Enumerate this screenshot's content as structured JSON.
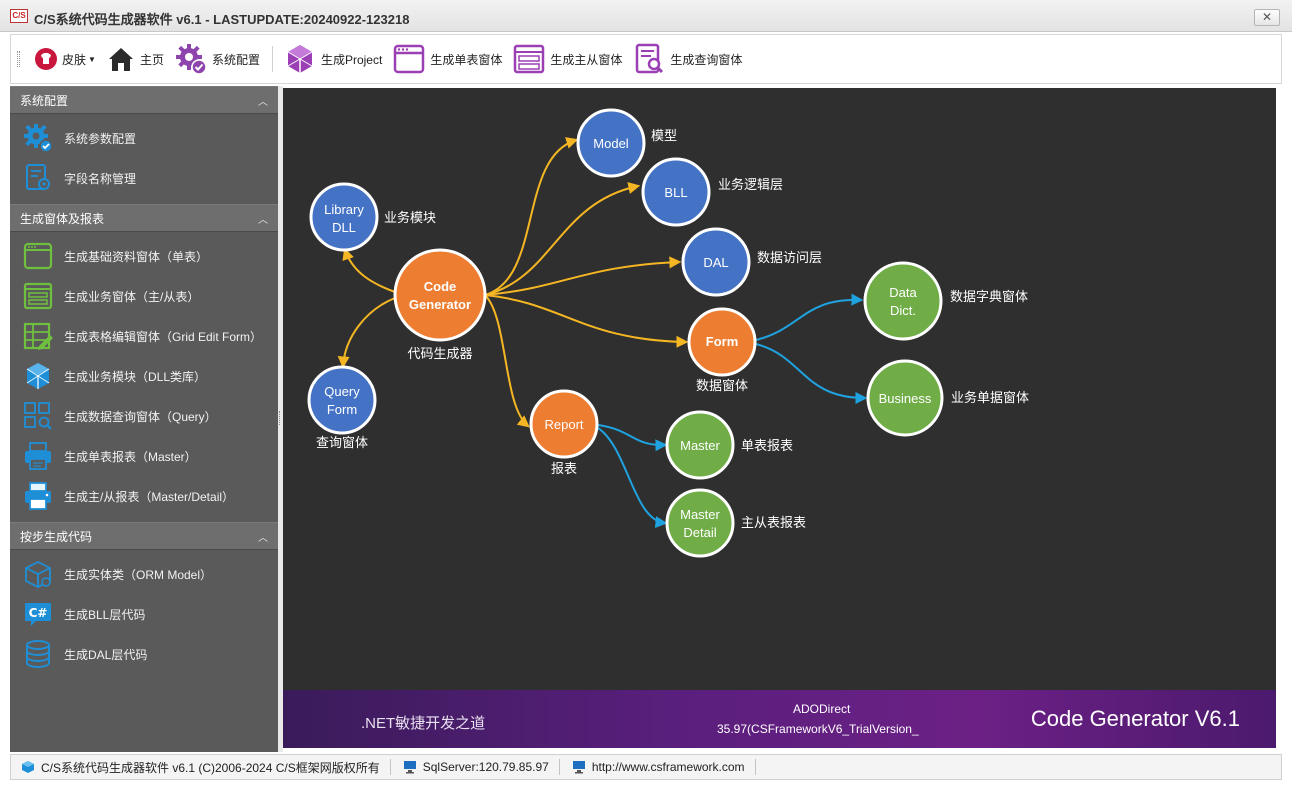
{
  "window": {
    "logo_text": "C/S",
    "title": "C/S系统代码生成器软件 v6.1 - LASTUPDATE:20240922-123218",
    "close_label": "✕"
  },
  "toolbar": {
    "skin_label": "皮肤",
    "home_label": "主页",
    "sysconfig_label": "系统配置",
    "gen_project_label": "生成Project",
    "gen_single_label": "生成单表窗体",
    "gen_master_label": "生成主从窗体",
    "gen_query_label": "生成查询窗体"
  },
  "sidebar": {
    "groups": [
      {
        "title": "系统配置",
        "items": [
          {
            "label": "系统参数配置",
            "icon": "gear-check-icon"
          },
          {
            "label": "字段名称管理",
            "icon": "doc-gear-icon"
          }
        ]
      },
      {
        "title": "生成窗体及报表",
        "items": [
          {
            "label": "生成基础资料窗体（单表）",
            "icon": "window-icon"
          },
          {
            "label": "生成业务窗体（主/从表）",
            "icon": "master-window-icon"
          },
          {
            "label": "生成表格编辑窗体（Grid Edit Form）",
            "icon": "grid-edit-icon"
          },
          {
            "label": "生成业务模块（DLL类库）",
            "icon": "cube-icon"
          },
          {
            "label": "生成数据查询窗体（Query）",
            "icon": "query-icon"
          },
          {
            "label": "生成单表报表（Master）",
            "icon": "printer-icon"
          },
          {
            "label": "生成主/从报表（Master/Detail）",
            "icon": "printer-color-icon"
          }
        ]
      },
      {
        "title": "按步生成代码",
        "items": [
          {
            "label": "生成实体类（ORM Model）",
            "icon": "box-icon"
          },
          {
            "label": "生成BLL层代码",
            "icon": "csharp-icon"
          },
          {
            "label": "生成DAL层代码",
            "icon": "database-icon"
          }
        ]
      }
    ]
  },
  "diagram": {
    "nodes": {
      "library": {
        "line1": "Library",
        "line2": "DLL",
        "caption": "业务模块"
      },
      "codegen": {
        "line1": "Code",
        "line2": "Generator",
        "caption": "代码生成器"
      },
      "query": {
        "line1": "Query",
        "line2": "Form",
        "caption": "查询窗体"
      },
      "model": {
        "line1": "Model",
        "caption": "模型"
      },
      "bll": {
        "line1": "BLL",
        "caption": "业务逻辑层"
      },
      "dal": {
        "line1": "DAL",
        "caption": "数据访问层"
      },
      "form": {
        "line1": "Form",
        "caption": "数据窗体"
      },
      "datadict": {
        "line1": "Data",
        "line2": "Dict.",
        "caption": "数据字典窗体"
      },
      "business": {
        "line1": "Business",
        "caption": "业务单据窗体"
      },
      "report": {
        "line1": "Report",
        "caption": "报表"
      },
      "master": {
        "line1": "Master",
        "caption": "单表报表"
      },
      "masterdetail": {
        "line1": "Master",
        "line2": "Detail",
        "caption": "主从表报表"
      }
    },
    "colors": {
      "blue": "#4472c4",
      "orange": "#ed7d31",
      "green": "#70ad47",
      "yellow_link": "#f5b623",
      "cyan_link": "#1fa3e0"
    }
  },
  "banner": {
    "slogan": ".NET敏捷开发之道",
    "provider": "ADODirect",
    "version_info": "35.97(CSFrameworkV6_TrialVersion_",
    "brand": "Code Generator V6.1"
  },
  "statusbar": {
    "copyright": "C/S系统代码生成器软件 v6.1 (C)2006-2024 C/S框架网版权所有",
    "server": "SqlServer:120.79.85.97",
    "url": "http://www.csframework.com"
  }
}
